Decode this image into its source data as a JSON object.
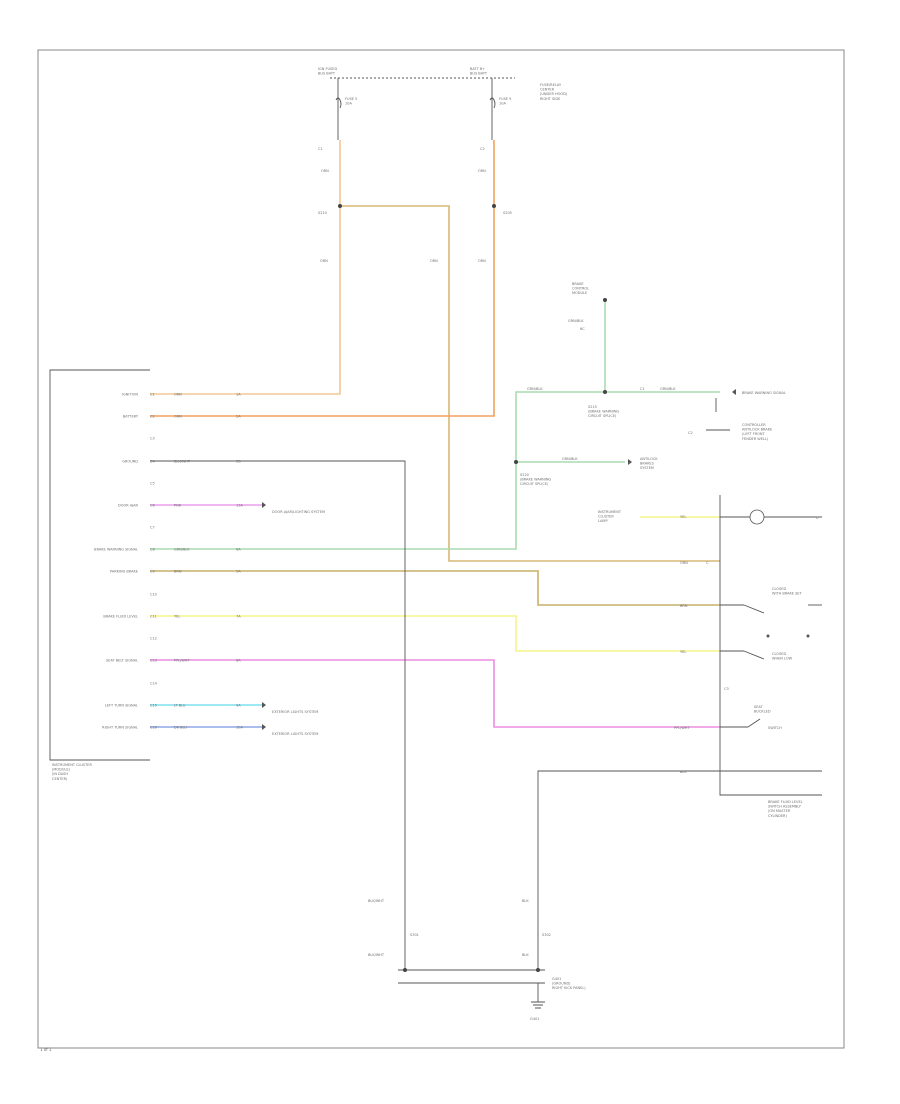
{
  "page_number": "1 of 1",
  "sheet_id": "Wiring",
  "fuse_block": {
    "fuse_left": {
      "title": "IGN FUSED\nBUS BATT",
      "fuse": "FUSE 5\n10A"
    },
    "fuse_right": {
      "title": "BATT B+\nBUS BATT",
      "fuse": "FUSE 9\n10A"
    },
    "location": "FUSE/RELAY\nCENTER\n(UNDER HOOD)\nRIGHT SIDE",
    "splice_left": "S210",
    "splice_right": "S205",
    "wire_labels": [
      "ORN",
      "ORN",
      "ORN",
      "ORN",
      "ORN",
      "ORN"
    ]
  },
  "cluster": {
    "name": "INSTRUMENT CLUSTER\n(MODULE)\n(IN DASH\nCENTER)",
    "pins": [
      {
        "label": "IGNITION",
        "pin": "C1",
        "color": "ORN",
        "circuit": "1A",
        "wire": "ORN"
      },
      {
        "label": "BATTERY",
        "pin": "C2",
        "color": "ORN",
        "circuit": "2A",
        "wire": "ORN"
      },
      {
        "label": "",
        "pin": "C3",
        "color": "",
        "circuit": "",
        "wire": ""
      },
      {
        "label": "GROUND",
        "pin": "C4",
        "color": "BLK/WHT",
        "circuit": "3B",
        "wire": "BLK/WHT"
      },
      {
        "label": "",
        "pin": "C5",
        "color": "",
        "circuit": "",
        "wire": ""
      },
      {
        "label": "DOOR AJAR",
        "pin": "C6",
        "color": "PNK",
        "circuit": "13A",
        "wire": "PNK"
      },
      {
        "label": "",
        "pin": "C7",
        "color": "",
        "circuit": "",
        "wire": ""
      },
      {
        "label": "BRAKE WARNING SIGNAL",
        "pin": "C8",
        "color": "GRN/BLK",
        "circuit": "6A",
        "wire": "GRN/BLK"
      },
      {
        "label": "PARKING BRAKE",
        "pin": "C9",
        "color": "BRN",
        "circuit": "5A",
        "wire": "BRN"
      },
      {
        "label": "",
        "pin": "C10",
        "color": "",
        "circuit": "",
        "wire": ""
      },
      {
        "label": "BRAKE FLUID LEVEL",
        "pin": "C11",
        "color": "YEL",
        "circuit": "7A",
        "wire": "YEL"
      },
      {
        "label": "",
        "pin": "C12",
        "color": "",
        "circuit": "",
        "wire": ""
      },
      {
        "label": "SEAT BELT SIGNAL",
        "pin": "C13",
        "color": "PPL/WHT",
        "circuit": "8A",
        "wire": "PPL/WHT"
      },
      {
        "label": "",
        "pin": "C14",
        "color": "",
        "circuit": "",
        "wire": ""
      },
      {
        "label": "LEFT TURN SIGNAL",
        "pin": "C15",
        "color": "LT BLU",
        "circuit": "9A",
        "wire": "LT BLU"
      },
      {
        "label": "RIGHT TURN SIGNAL",
        "pin": "C16",
        "color": "DK BLU",
        "circuit": "10A",
        "wire": "DK BLU"
      }
    ],
    "door_ajar_ref": "DOOR AJAR/LIGHTING SYSTEM",
    "left_turn_ref": "EXTERIOR LIGHTS SYSTEM",
    "right_turn_ref": "EXTERIOR LIGHTS SYSTEM"
  },
  "brake_module": {
    "node_label": "BRAKE\nCONTROL\nMODULE",
    "node_wire": "GRN/BLK",
    "node_circuit": "6C",
    "splice_top": "S215\n(BRAKE WARNING\nCIRCUIT SPLICE)",
    "splice_mid": "S220\n(BRAKE WARNING\nCIRCUIT SPLICE)",
    "wire_top_left": "GRN/BLK",
    "wire_top_right": "GRN/BLK",
    "pin_top_right": "C1",
    "signal_top": "BRAKE WARNING SIGNAL",
    "switch_label": "CONTROLLER\nANTILOCK BRAKE\n(LEFT FRONT\nFENDER WELL)",
    "switch_pin": "C2",
    "wire_mid": "GRN/BLK",
    "abs_ref": "ANTILOCK\nBRAKES\nSYSTEM"
  },
  "combo_switch": {
    "name": "BRAKE FLUID LEVEL\nSWITCH ASSEMBLY\n(ON MASTER\nCYLINDER)",
    "lamp_label": "INSTRUMENT\nCLUSTER\nLAMP",
    "lamp_wire": "YEL",
    "brake_wire": "ORN",
    "pbrake_wire": "BRN",
    "pbrake_switch": "CLOSED\nWITH BRAKE SET",
    "fluid_wire": "YEL",
    "fluid_switch": "CLOSED\nWHEN LOW",
    "belt_wire": "PPL/WHT",
    "belt_switch": "SEAT\nBUCKLED",
    "belt_side": "SWITCH",
    "ground_wire": "BLK",
    "pin_side": "C3"
  },
  "grounds": {
    "left_top": "BLK/WHT",
    "left_bottom": "BLK/WHT",
    "right_top": "BLK",
    "right_bottom": "BLK",
    "splice_left": "S301",
    "splice_right": "S302",
    "label": "G401\n(GROUND)\nRIGHT KICK PANEL)",
    "ground_id": "G401"
  },
  "wire_colors": {
    "orange_light": "#f1c896",
    "orange": "#f2a15e",
    "tan": "#d9b776",
    "green": "#a9dcb1",
    "magenta": "#eb9ded",
    "yellow": "#f6f38a",
    "olive": "#c9b06a",
    "pink": "#ec8ee3",
    "cyan": "#7fe0ef",
    "blue": "#8da7e6",
    "gray": "#555555"
  }
}
